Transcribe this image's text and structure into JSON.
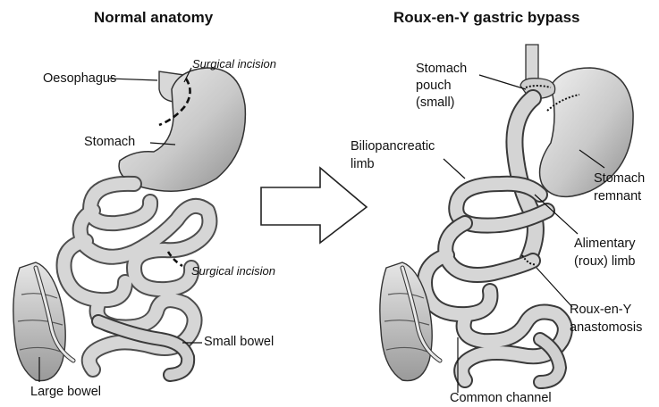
{
  "titles": {
    "left": "Normal anatomy",
    "right": "Roux-en-Y gastric bypass"
  },
  "left_labels": {
    "oesophagus": "Oesophagus",
    "surgical_incision_top": "Surgical incision",
    "stomach": "Stomach",
    "surgical_incision_bottom": "Surgical incision",
    "small_bowel": "Small bowel",
    "large_bowel": "Large bowel"
  },
  "right_labels": {
    "stomach_pouch_1": "Stomach",
    "stomach_pouch_2": "pouch",
    "stomach_pouch_3": "(small)",
    "biliopancreatic_1": "Biliopancreatic",
    "biliopancreatic_2": "limb",
    "stomach_remnant_1": "Stomach",
    "stomach_remnant_2": "remnant",
    "alimentary_1": "Alimentary",
    "alimentary_2": "(roux) limb",
    "anastomosis_1": "Roux-en-Y",
    "anastomosis_2": "anastomosis",
    "common_channel": "Common channel"
  }
}
